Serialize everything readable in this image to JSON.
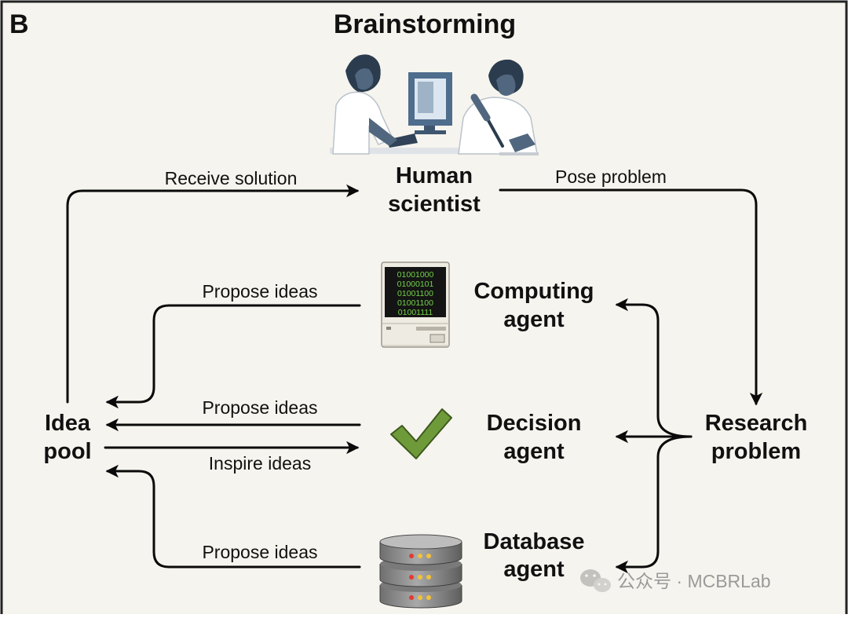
{
  "panel": {
    "label": "B",
    "title": "Brainstorming"
  },
  "nodes": {
    "human_scientist": [
      "Human",
      "scientist"
    ],
    "idea_pool": [
      "Idea",
      "pool"
    ],
    "research_problem": [
      "Research",
      "problem"
    ],
    "computing_agent": [
      "Computing",
      "agent"
    ],
    "decision_agent": [
      "Decision",
      "agent"
    ],
    "database_agent": [
      "Database",
      "agent"
    ]
  },
  "edges": {
    "receive_solution": "Receive solution",
    "pose_problem": "Pose problem",
    "propose_ideas_computing": "Propose ideas",
    "propose_ideas_decision": "Propose ideas",
    "inspire_ideas": "Inspire ideas",
    "propose_ideas_database": "Propose ideas"
  },
  "computer_screen_lines": [
    "01001000",
    "01000101",
    "01001100",
    "01001100",
    "01001111"
  ],
  "watermark": "公众号 · MCBRLab",
  "colors": {
    "background": "#f6f4ee",
    "border": "#222222",
    "arrow": "#0a0a0a",
    "checkmark": "#6f9a3a",
    "checkmark_outline": "#3d5a1e",
    "binary_text": "#74d24a",
    "screen": "#141414",
    "scientist_blue": "#51677f",
    "coat": "#ffffff"
  },
  "icons": {
    "scientists": "scientists-illustration-icon",
    "computer": "retro-computer-icon",
    "decision": "checkmark-icon",
    "database": "database-server-icon",
    "watermark": "wechat-icon"
  }
}
